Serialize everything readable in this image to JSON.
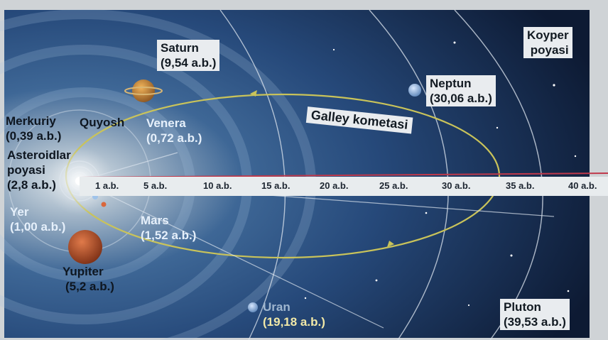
{
  "planets": {
    "saturn": {
      "name": "Saturn",
      "distance": "(9,54 a.b.)"
    },
    "neptun": {
      "name": "Neptun",
      "distance": "(30,06 a.b.)"
    },
    "merkuriy": {
      "name": "Merkuriy",
      "distance": "(0,39 a.b.)"
    },
    "venera": {
      "name": "Venera",
      "distance": "(0,72 a.b.)"
    },
    "yer": {
      "name": "Yer",
      "distance": "(1,00 a.b.)"
    },
    "mars": {
      "name": "Mars",
      "distance": "(1,52 a.b.)"
    },
    "yupiter": {
      "name": "Yupiter",
      "distance": "(5,2 a.b.)"
    },
    "uran": {
      "name": "Uran",
      "distance": "(19,18 a.b.)"
    },
    "pluton": {
      "name": "Pluton",
      "distance": "(39,53 a.b.)"
    }
  },
  "sun": {
    "name": "Quyosh"
  },
  "asteroid_belt": {
    "line1": "Asteroidlar",
    "line2": "poyasi",
    "distance": "(2,8 a.b.)"
  },
  "kuiper_belt": {
    "line1": "Koyper",
    "line2": "poyasi"
  },
  "comet": {
    "name": "Galley kometasi"
  },
  "scale": {
    "unit": "a.b.",
    "ticks": [
      "1 a.b.",
      "5 a.b.",
      "10 a.b.",
      "15 a.b.",
      "20 a.b.",
      "25 a.b.",
      "30 a.b.",
      "35 a.b.",
      "40 a.b."
    ]
  },
  "colors": {
    "space_dark": "#0d1a33",
    "space_mid": "#2f5a8c",
    "label_box": "#e9ecef",
    "scale_line": "#c0394b",
    "comet_orbit": "#c9c35a"
  }
}
